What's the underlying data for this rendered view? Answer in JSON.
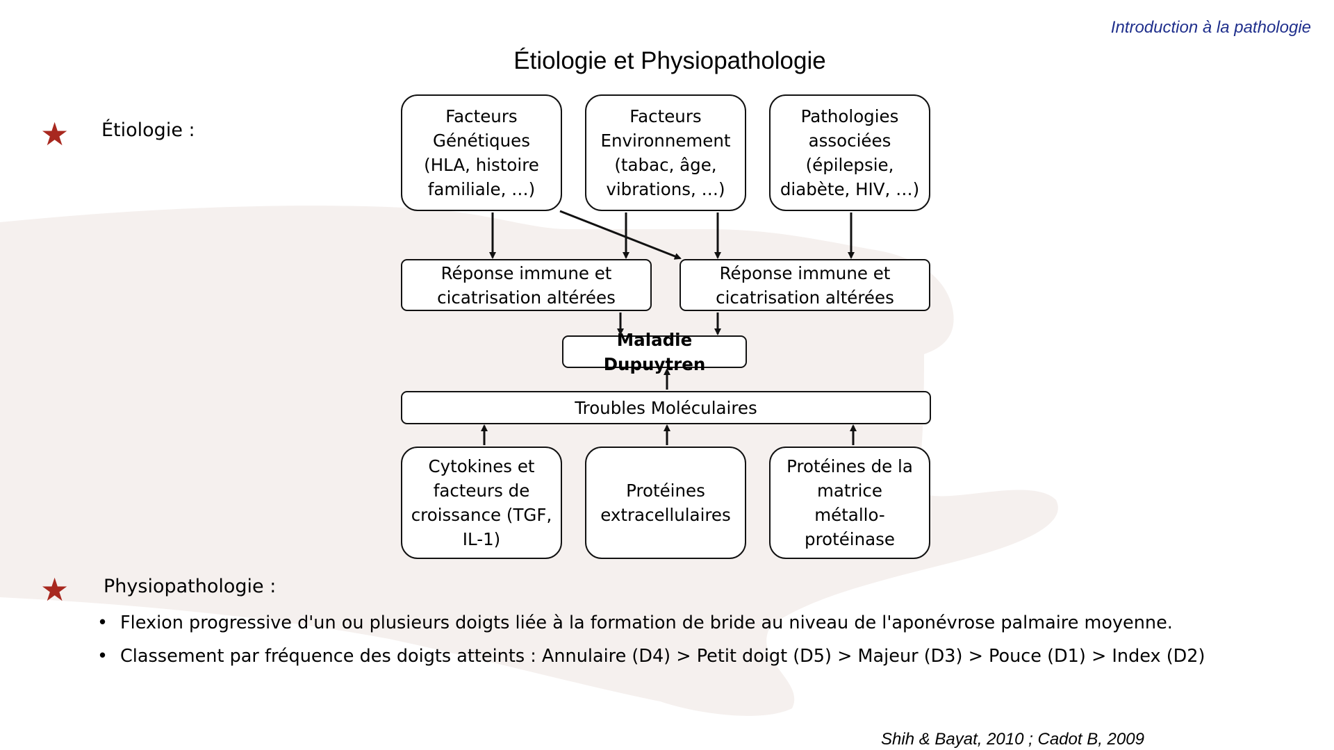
{
  "header": {
    "tag": "Introduction à la pathologie"
  },
  "title": "Étiologie et Physiopathologie",
  "sections": {
    "etiologie_label": "Étiologie :",
    "physio_label": "Physiopathologie :"
  },
  "diagram": {
    "top_boxes": [
      "Facteurs\nGénétiques\n(HLA, histoire\nfamiliale, …)",
      "Facteurs\nEnvironnement\n(tabac, âge,\nvibrations, …)",
      "Pathologies\nassociées\n(épilepsie,\ndiabète, HIV, …)"
    ],
    "response_boxes": [
      "Réponse immune et\ncicatrisation altérées",
      "Réponse immune et\ncicatrisation altérées"
    ],
    "center_box": "Maladie Dupuytren",
    "molecular_box": "Troubles Moléculaires",
    "bottom_boxes": [
      "Cytokines et\nfacteurs de\ncroissance (TGF,\nIL-1)",
      "Protéines\nextracellulaires",
      "Protéines de la\nmatrice\nmétallo-\nprotéinase"
    ]
  },
  "bullets": [
    "Flexion progressive d'un ou plusieurs doigts liée à la formation de bride au niveau de l'aponévrose palmaire moyenne.",
    "Classement par fréquence des doigts atteints : Annulaire (D4) > Petit doigt (D5) > Majeur (D3) > Pouce (D1) > Index (D2)"
  ],
  "citation": "Shih & Bayat, 2010 ; Cadot B, 2009",
  "colors": {
    "star": "#a8281f",
    "header_tag": "#1f2f8c",
    "background_hand": "#f3eeec"
  },
  "icons": {
    "bullet_marker": "star-icon"
  }
}
